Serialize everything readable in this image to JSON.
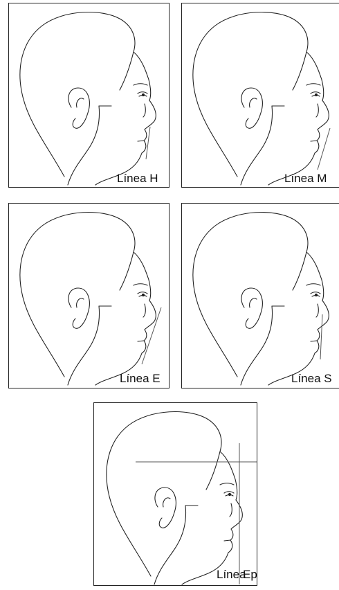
{
  "figure": {
    "panels": [
      {
        "id": "p1",
        "label": "Línea H"
      },
      {
        "id": "p2",
        "label": "Línea M"
      },
      {
        "id": "p3",
        "label": "Línea E"
      },
      {
        "id": "p4",
        "label": "Línea S"
      },
      {
        "id": "p5",
        "label_part1": "Línea",
        "label_part2": "Epker"
      }
    ]
  },
  "colors": {
    "line": "#222222",
    "reference_line": "#555555"
  }
}
